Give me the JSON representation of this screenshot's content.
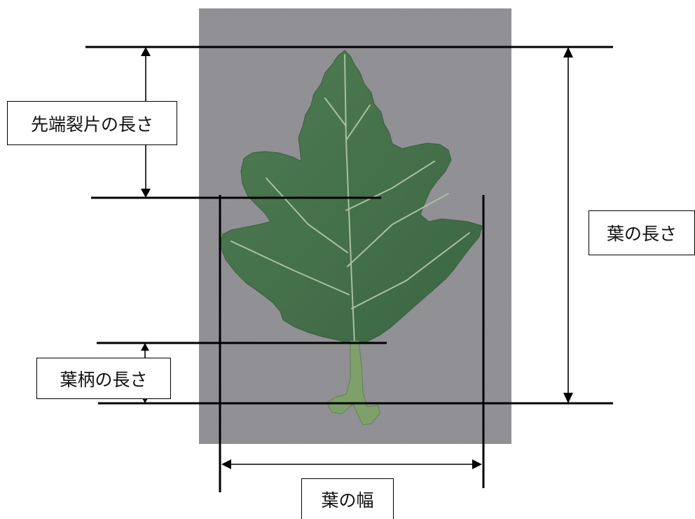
{
  "labels": {
    "tip_lobe_length": "先端裂片の長さ",
    "petiole_length": "葉柄の長さ",
    "leaf_length": "葉の長さ",
    "leaf_width": "葉の幅"
  },
  "colors": {
    "background_board": "#8d8c90",
    "leaf_dark": "#3f6b45",
    "leaf_mid": "#4f7d52",
    "leaf_vein": "#a9c0a0",
    "petiole": "#7fa06a",
    "line": "#000000"
  }
}
